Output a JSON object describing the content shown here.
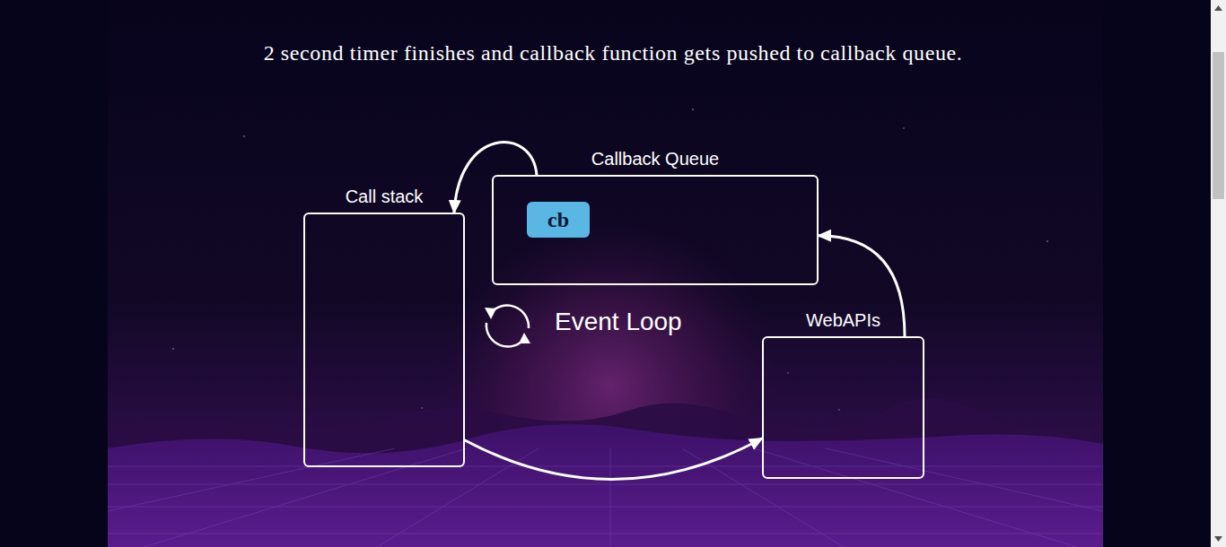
{
  "diagram": {
    "title": "2 second timer finishes and callback function gets pushed to callback queue.",
    "nodes": [
      {
        "text": [
          "Call stack"
        ]
      },
      {
        "text": [
          "Callback Queue"
        ]
      },
      {
        "text": [
          "cb"
        ],
        "in": 1
      },
      {
        "text": [
          "WebAPIs"
        ]
      }
    ],
    "edges": [
      {
        "from": 0,
        "to": 3,
        "arrow": "to"
      },
      {
        "from": 3,
        "to": 1,
        "arrow": "to"
      },
      {
        "from": 1,
        "to": 0,
        "arrow": "to"
      }
    ],
    "labels": [
      "Event Loop"
    ]
  }
}
